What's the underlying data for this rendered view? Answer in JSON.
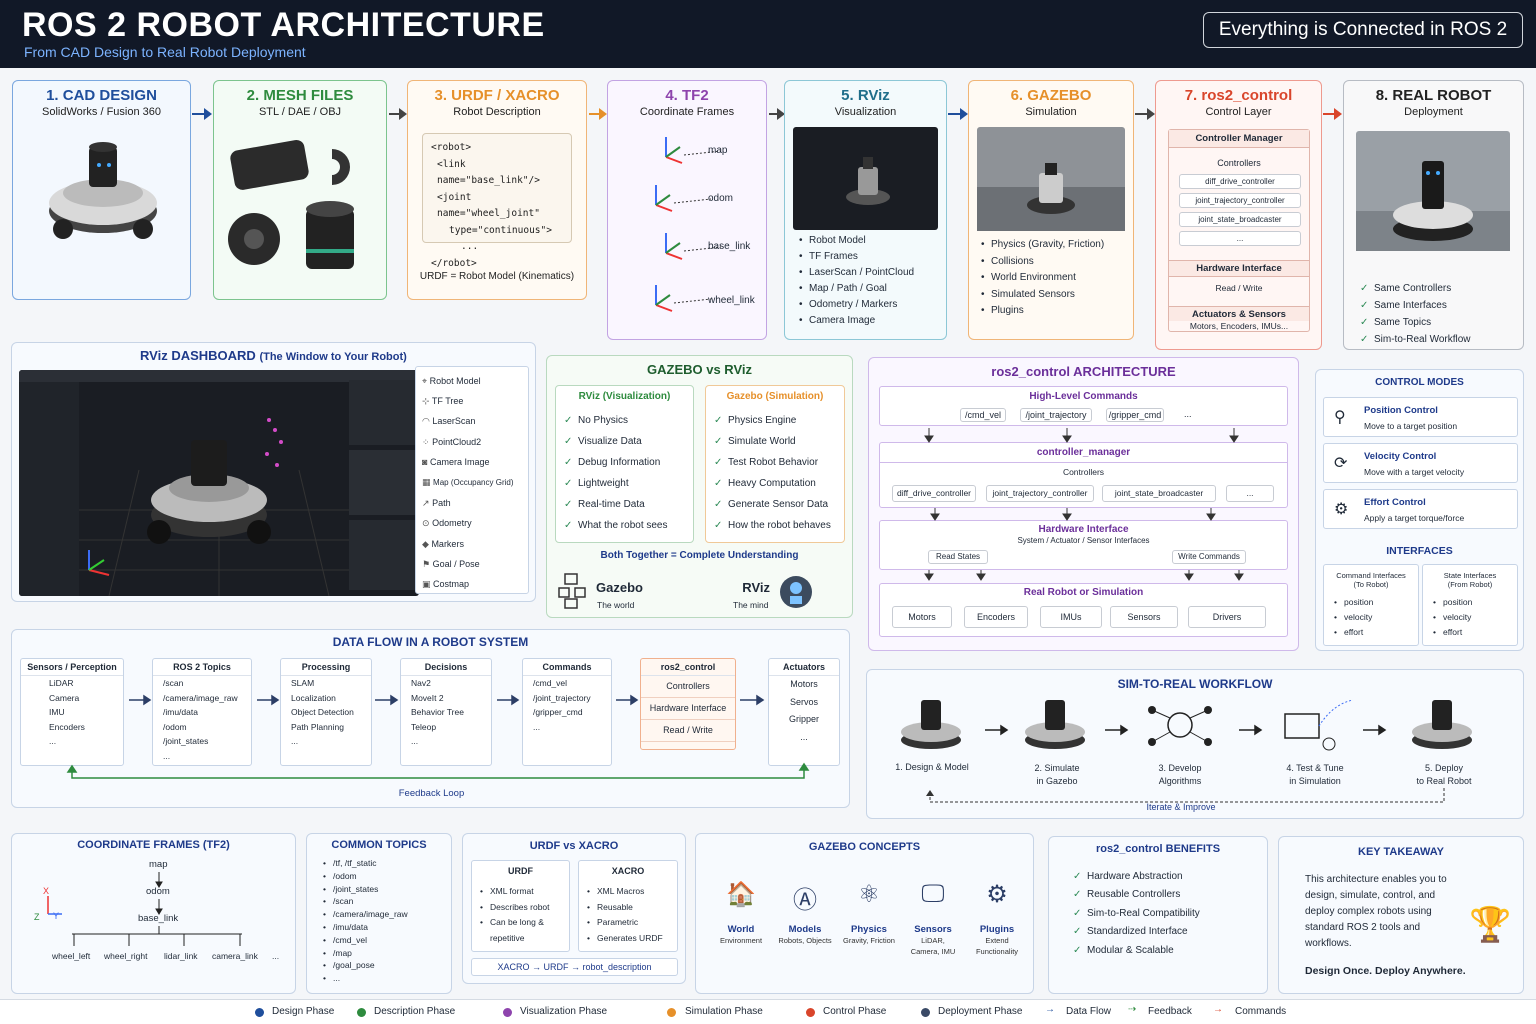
{
  "header": {
    "title": "ROS 2 ROBOT ARCHITECTURE",
    "subtitle": "From CAD Design to Real Robot Deployment",
    "tagline": "Everything is Connected in ROS 2"
  },
  "stages": [
    {
      "title": "1. CAD DESIGN",
      "sub": "SolidWorks / Fusion 360"
    },
    {
      "title": "2. MESH FILES",
      "sub": "STL / DAE / OBJ"
    },
    {
      "title": "3. URDF / XACRO",
      "sub": "Robot Description",
      "code": [
        "<robot>",
        "<link name=\"base_link\"/>",
        "<joint  name=\"wheel_joint\"",
        "type=\"continuous\">",
        "...",
        "</robot>"
      ],
      "note": "URDF = Robot Model (Kinematics)"
    },
    {
      "title": "4. TF2",
      "sub": "Coordinate Frames",
      "frames": [
        "map",
        "odom",
        "base_link",
        "wheel_link"
      ]
    },
    {
      "title": "5. RViz",
      "sub": "Visualization",
      "items": [
        "Robot Model",
        "TF Frames",
        "LaserScan / PointCloud",
        "Map / Path / Goal",
        "Odometry / Markers",
        "Camera Image"
      ]
    },
    {
      "title": "6. GAZEBO",
      "sub": "Simulation",
      "items": [
        "Physics (Gravity, Friction)",
        "Collisions",
        "World Environment",
        "Simulated Sensors",
        "Plugins"
      ]
    },
    {
      "title": "7. ros2_control",
      "sub": "Control Layer",
      "cm": "Controller Manager",
      "controllers_label": "Controllers",
      "controllers": [
        "diff_drive_controller",
        "joint_trajectory_controller",
        "joint_state_broadcaster",
        "..."
      ],
      "hw": "Hardware Interface",
      "rw": "Read / Write",
      "act": "Actuators & Sensors",
      "act_sub": "Motors, Encoders, IMUs..."
    },
    {
      "title": "8. REAL ROBOT",
      "sub": "Deployment",
      "items": [
        "Same Controllers",
        "Same Interfaces",
        "Same Topics",
        "Sim-to-Real Workflow"
      ]
    }
  ],
  "rviz": {
    "title": "RViz DASHBOARD",
    "title_sub": "(The Window to Your Robot)",
    "displays": [
      "Robot Model",
      "TF Tree",
      "LaserScan",
      "PointCloud2",
      "Camera Image",
      "Map (Occupancy Grid)",
      "Path",
      "Odometry",
      "Markers",
      "Goal / Pose",
      "Costmap"
    ]
  },
  "gvr": {
    "title": "GAZEBO vs RViz",
    "left_title": "RViz (Visualization)",
    "left": [
      "No Physics",
      "Visualize Data",
      "Debug Information",
      "Lightweight",
      "Real-time Data",
      "What the robot sees"
    ],
    "right_title": "Gazebo (Simulation)",
    "right": [
      "Physics Engine",
      "Simulate World",
      "Test Robot Behavior",
      "Heavy Computation",
      "Generate Sensor Data",
      "How the robot behaves"
    ],
    "both": "Both Together = Complete Understanding",
    "gz": "Gazebo",
    "gz_sub": "The world",
    "rv": "RViz",
    "rv_sub": "The mind"
  },
  "r2c": {
    "title": "ros2_control ARCHITECTURE",
    "hl": "High-Level Commands",
    "cmds": [
      "/cmd_vel",
      "/joint_trajectory",
      "/gripper_cmd",
      "..."
    ],
    "cm": "controller_manager",
    "ctrl_label": "Controllers",
    "ctrls": [
      "diff_drive_controller",
      "joint_trajectory_controller",
      "joint_state_broadcaster",
      "..."
    ],
    "hw": "Hardware Interface",
    "hw_sub": "System / Actuator / Sensor Interfaces",
    "read": "Read States",
    "write": "Write Commands",
    "real": "Real Robot or Simulation",
    "devices": [
      "Motors",
      "Encoders",
      "IMUs",
      "Sensors",
      "Drivers"
    ]
  },
  "modes": {
    "title": "CONTROL MODES",
    "items": [
      {
        "name": "Position Control",
        "desc": "Move to a target position"
      },
      {
        "name": "Velocity Control",
        "desc": "Move with a target velocity"
      },
      {
        "name": "Effort Control",
        "desc": "Apply a target torque/force"
      }
    ],
    "if_title": "INTERFACES",
    "cmd_if": "Command Interfaces",
    "cmd_if_sub": "(To Robot)",
    "state_if": "State Interfaces",
    "state_if_sub": "(From Robot)",
    "fields": [
      "position",
      "velocity",
      "effort"
    ]
  },
  "flow": {
    "title": "DATA FLOW IN A ROBOT SYSTEM",
    "cols": [
      {
        "h": "Sensors / Perception",
        "items": [
          "LiDAR",
          "Camera",
          "IMU",
          "Encoders",
          "..."
        ]
      },
      {
        "h": "ROS 2 Topics",
        "items": [
          "/scan",
          "/camera/image_raw",
          "/imu/data",
          "/odom",
          "/joint_states",
          "..."
        ]
      },
      {
        "h": "Processing",
        "items": [
          "SLAM",
          "Localization",
          "Object Detection",
          "Path Planning",
          "..."
        ]
      },
      {
        "h": "Decisions",
        "items": [
          "Nav2",
          "MoveIt 2",
          "Behavior Tree",
          "Teleop",
          "..."
        ]
      },
      {
        "h": "Commands",
        "items": [
          "/cmd_vel",
          "/joint_trajectory",
          "/gripper_cmd",
          "..."
        ]
      },
      {
        "h": "ros2_control",
        "items": [
          "Controllers",
          "Hardware Interface",
          "Read / Write"
        ]
      },
      {
        "h": "Actuators",
        "items": [
          "Motors",
          "Servos",
          "Gripper",
          "..."
        ]
      }
    ],
    "feedback": "Feedback Loop"
  },
  "s2r": {
    "title": "SIM-TO-REAL WORKFLOW",
    "steps": [
      [
        "1. Design & Model",
        ""
      ],
      [
        "2. Simulate",
        "in Gazebo"
      ],
      [
        "3. Develop",
        "Algorithms"
      ],
      [
        "4. Test & Tune",
        "in Simulation"
      ],
      [
        "5. Deploy",
        "to Real Robot"
      ]
    ],
    "iterate": "Iterate & Improve"
  },
  "tf2": {
    "title": "COORDINATE FRAMES (TF2)",
    "nodes": [
      "map",
      "odom",
      "base_link"
    ],
    "leaves": [
      "wheel_left",
      "wheel_right",
      "lidar_link",
      "camera_link",
      "..."
    ]
  },
  "topics": {
    "title": "COMMON TOPICS",
    "items": [
      "/tf, /tf_static",
      "/odom",
      "/joint_states",
      "/scan",
      "/camera/image_raw",
      "/imu/data",
      "/cmd_vel",
      "/map",
      "/goal_pose",
      "..."
    ]
  },
  "uvx": {
    "title": "URDF vs XACRO",
    "l": "URDF",
    "li": [
      "XML format",
      "Describes robot",
      "Can be long & repetitive"
    ],
    "r": "XACRO",
    "ri": [
      "XML Macros",
      "Reusable",
      "Parametric",
      "Generates URDF"
    ],
    "chain": [
      "XACRO",
      "URDF",
      "robot_description"
    ]
  },
  "gzc": {
    "title": "GAZEBO CONCEPTS",
    "items": [
      [
        "World",
        "Environment"
      ],
      [
        "Models",
        "Robots, Objects"
      ],
      [
        "Physics",
        "Gravity, Friction"
      ],
      [
        "Sensors",
        "LiDAR, Camera, IMU"
      ],
      [
        "Plugins",
        "Extend Functionality"
      ]
    ]
  },
  "ben": {
    "title": "ros2_control BENEFITS",
    "items": [
      "Hardware Abstraction",
      "Reusable Controllers",
      "Sim-to-Real Compatibility",
      "Standardized Interface",
      "Modular & Scalable"
    ]
  },
  "key": {
    "title": "KEY TAKEAWAY",
    "text": "This architecture enables you to design, simulate, control, and deploy complex robots using standard ROS 2 tools and workflows.",
    "motto": "Design Once. Deploy Anywhere."
  },
  "legend": [
    "Design Phase",
    "Description Phase",
    "Visualization Phase",
    "Simulation Phase",
    "Control Phase",
    "Deployment Phase",
    "Data Flow",
    "Feedback",
    "Commands"
  ],
  "colors": {
    "blue": "#1f4e9c",
    "green": "#2e8b3e",
    "orange": "#e6902a",
    "purple": "#8e44ad",
    "red": "#d9452b",
    "navy": "#1e3a8a"
  }
}
